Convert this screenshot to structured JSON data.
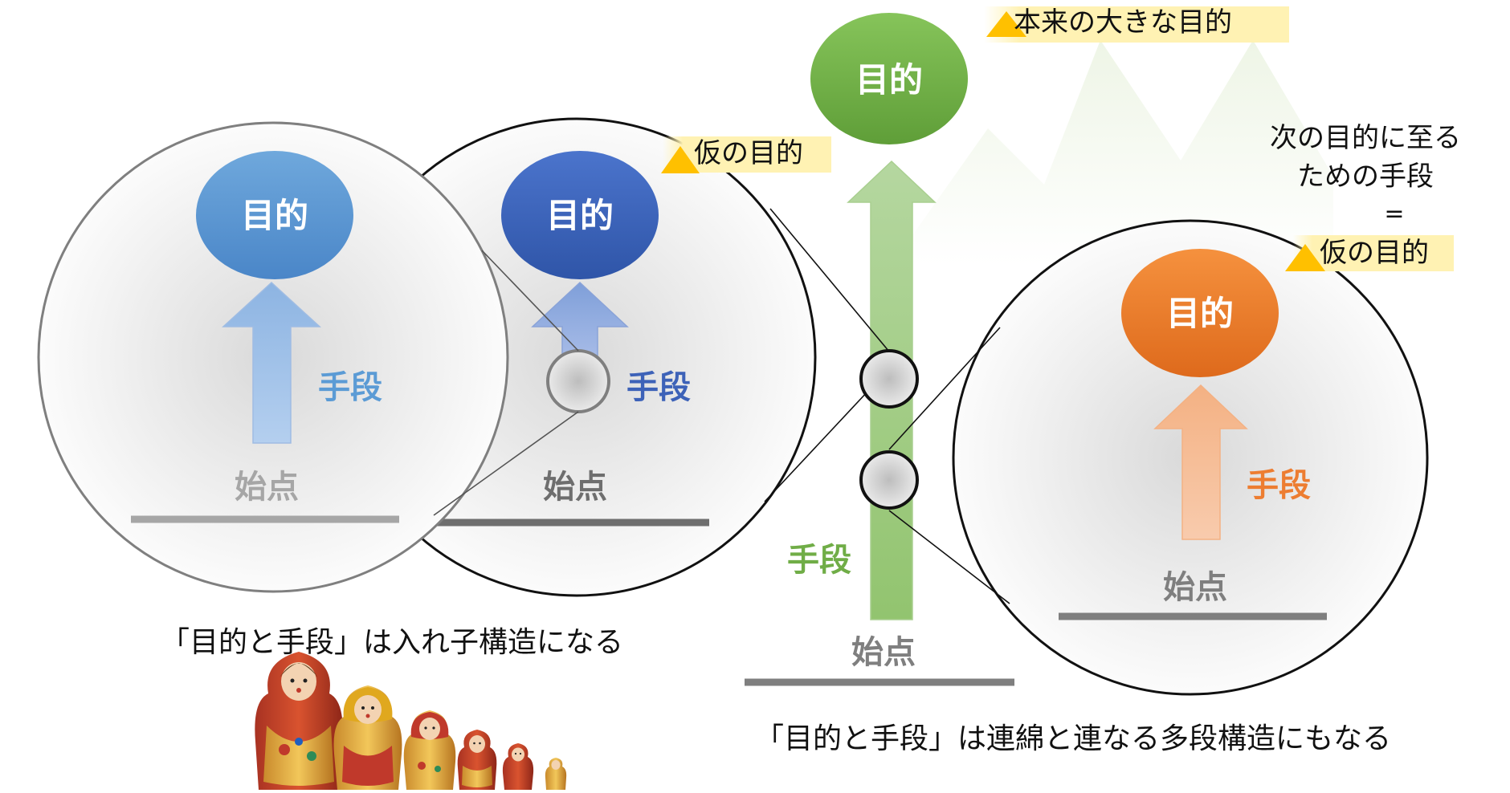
{
  "labels": {
    "goal": "目的",
    "means": "手段",
    "start": "始点",
    "tentative_goal": "仮の目的",
    "true_goal": "本来の大きな目的",
    "next_means_line1": "次の目的に至る",
    "next_means_line2": "ための手段",
    "equals": "=",
    "caption_nested": "「目的と手段」は入れ子構造になる",
    "caption_chain": "「目的と手段」は連綿と連なる多段構造にもなる"
  },
  "colors": {
    "blue_light": "#5b9bd5",
    "blue_dark": "#3d62b8",
    "green": "#70ad47",
    "orange": "#ed7d31",
    "gray_text": "#7f7f7f",
    "highlight": "#fff2b3",
    "warning": "#ffc000"
  },
  "icons": [
    "warning-triangle-icon",
    "nesting-dolls-image"
  ]
}
